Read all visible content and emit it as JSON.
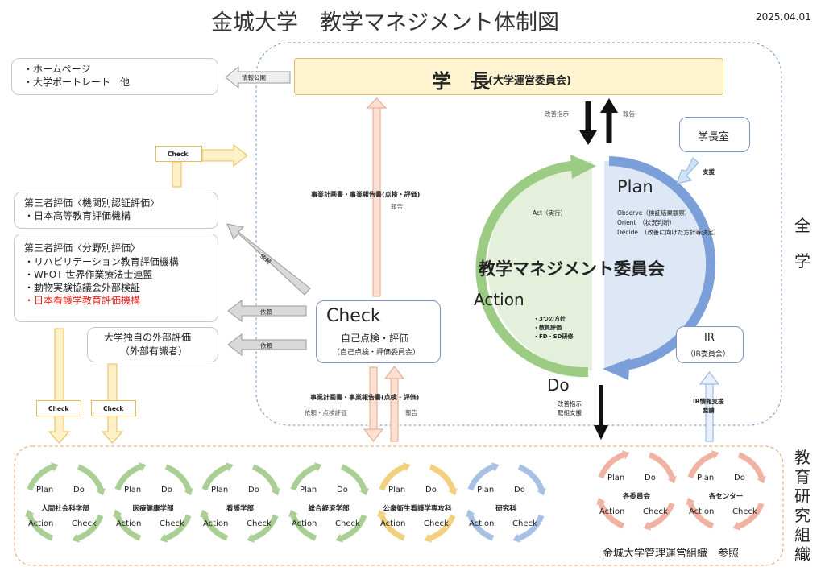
{
  "title": "金城大学　教学マネジメント体制図",
  "date": "2025.04.01",
  "side_labels": {
    "zengaku": [
      "全",
      "学"
    ],
    "kyoiku": [
      "教",
      "育",
      "研",
      "究",
      "組",
      "織"
    ]
  },
  "president": {
    "main": "学　長",
    "sub": "(大学運営委員会)"
  },
  "publish": {
    "items": [
      "・ホームページ",
      "・大学ポートレート　他"
    ],
    "arrow": "情報公開"
  },
  "check_small": "Check",
  "third_party_inst": {
    "title": "第三者評価〈機関別認証評価〉",
    "items": [
      "・日本高等教育評価機構"
    ]
  },
  "third_party_field": {
    "title": "第三者評価〈分野別評価〉",
    "items": [
      "・リハビリテーション教育評価機構",
      "・WFOT 世界作業療法士連盟",
      "・動物実験協議会外部検証"
    ],
    "red_item": "・日本看護学教育評価機構"
  },
  "external_eval": {
    "lines": [
      "大学独自の外部評価",
      "（外部有識者）"
    ]
  },
  "request": "依頼",
  "check_box": {
    "title": "Check",
    "line1": "自己点検・評価",
    "line2": "（自己点検・評価委員会）"
  },
  "upper_plan_report": {
    "main": "事業計画書・事業報告書(点検・評価)",
    "sub": "報告"
  },
  "lower_plan_report": {
    "main": "事業計画書・事業報告書(点検・評価)",
    "left": "依頼・点検評価",
    "right": "報告"
  },
  "improve_top": {
    "left": "改善指示",
    "right": "報告"
  },
  "improve_bottom": [
    "改善指示",
    "取組支援"
  ],
  "president_office": {
    "label": "学長室",
    "support": "支援"
  },
  "committee": {
    "title": "教学マネジメント委員会",
    "plan": "Plan",
    "do": "Do",
    "action": "Action",
    "act": "Act（実行）",
    "ood": [
      "Observe（検証結果観察）",
      "Orient　（状況判断）",
      "Decide　（改善に向けた方針等決定）"
    ],
    "action_items": [
      "・3つの方針",
      "・教員評価",
      "・FD・SD研修"
    ]
  },
  "ir": {
    "title": "IR",
    "sub": "（IR委員会）",
    "arrow": [
      "IR情報支援",
      "要請"
    ]
  },
  "cycles": [
    {
      "name": "人間社会科学部",
      "color": "#a9cf94"
    },
    {
      "name": "医療健康学部",
      "color": "#a9cf94"
    },
    {
      "name": "看護学部",
      "color": "#a9cf94"
    },
    {
      "name": "総合経済学部",
      "color": "#a9cf94"
    },
    {
      "name": "公衆衛生看護学専攻科",
      "color": "#f3cf80"
    },
    {
      "name": "研究科",
      "color": "#a7c1e4"
    }
  ],
  "mgmt_cycles": [
    {
      "name": "各委員会",
      "color": "#f0b3a3"
    },
    {
      "name": "各センター",
      "color": "#f0b3a3"
    }
  ],
  "cycle_words": {
    "plan": "Plan",
    "do": "Do",
    "action": "Action",
    "check": "Check"
  },
  "mgmt_ref": "金城大学管理運営組織　参照"
}
